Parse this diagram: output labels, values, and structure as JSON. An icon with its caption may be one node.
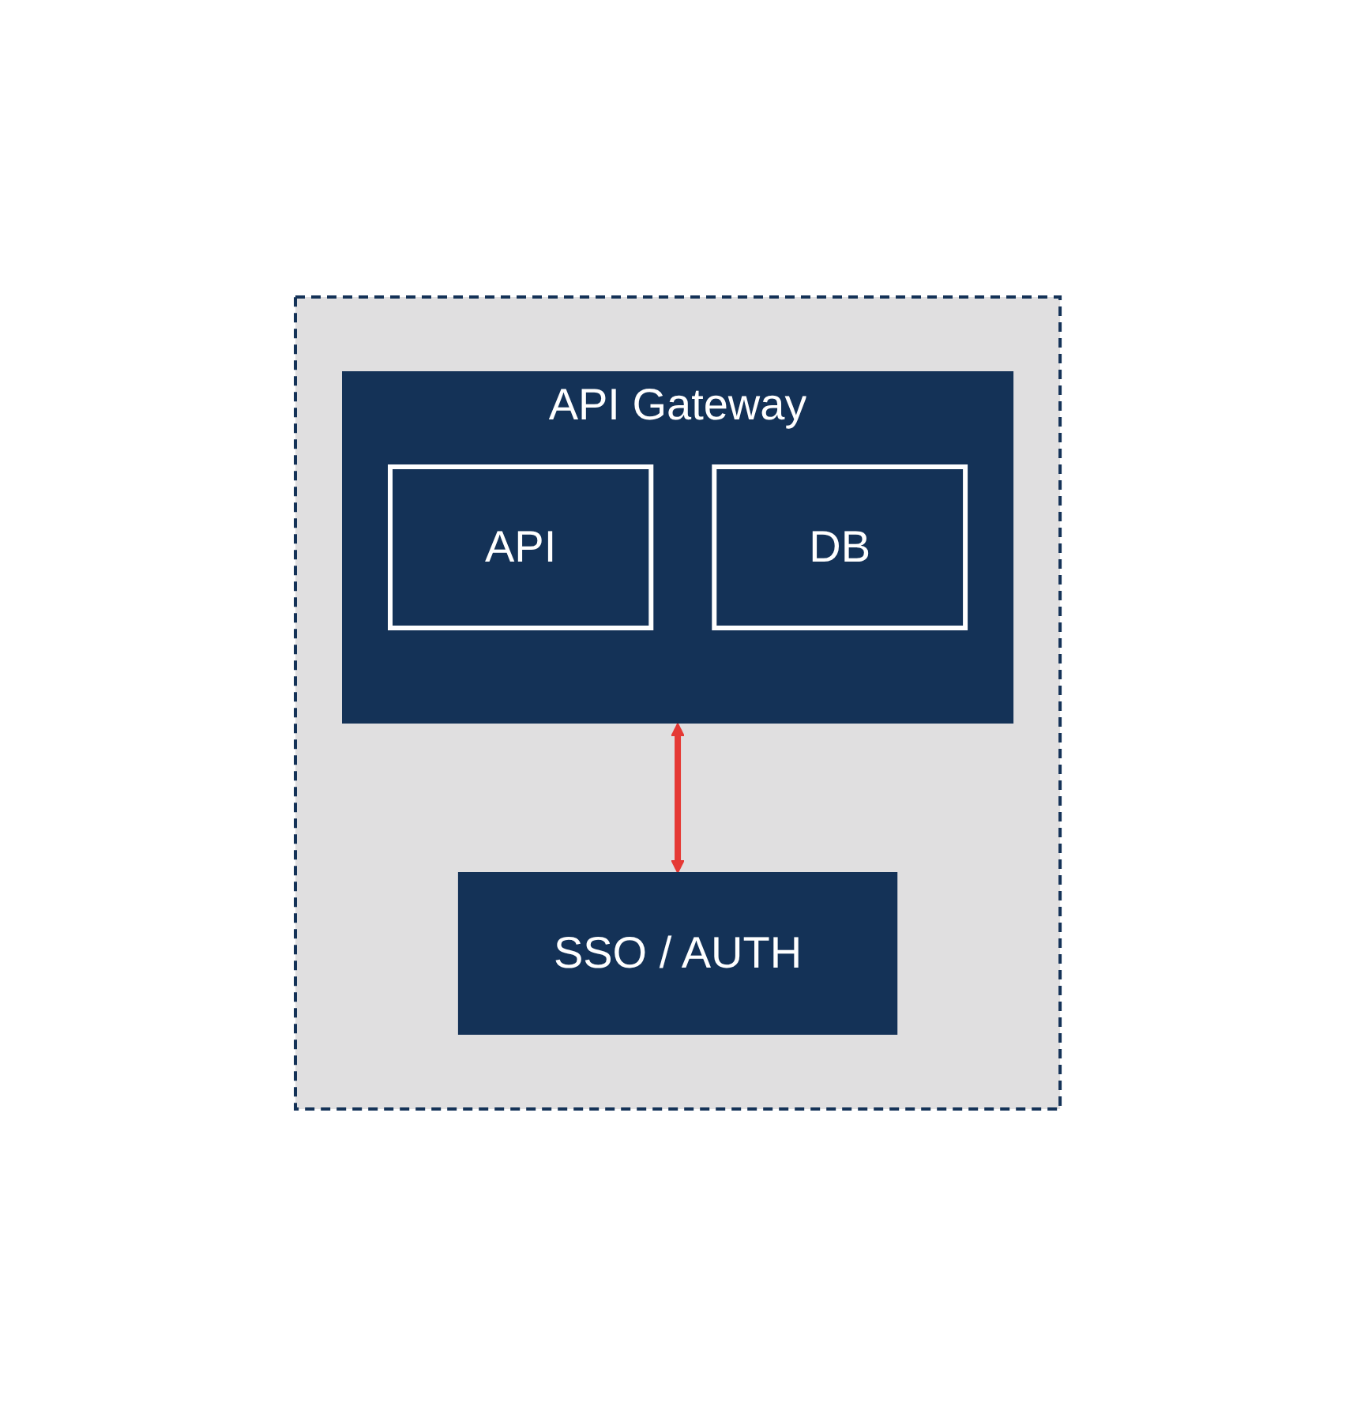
{
  "diagram": {
    "nodes": [
      {
        "text": [],
        "shape": "box"
      },
      {
        "text": [
          "API Gateway"
        ],
        "in": 0
      },
      {
        "text": [
          "API"
        ],
        "in": 1
      },
      {
        "text": [
          "DB"
        ],
        "in": 1
      },
      {
        "text": [
          "SSO / AUTH"
        ],
        "in": 0
      }
    ],
    "edges": [
      {
        "from": 1,
        "to": 4,
        "arrow": "both",
        "color": "#e53935"
      }
    ]
  }
}
